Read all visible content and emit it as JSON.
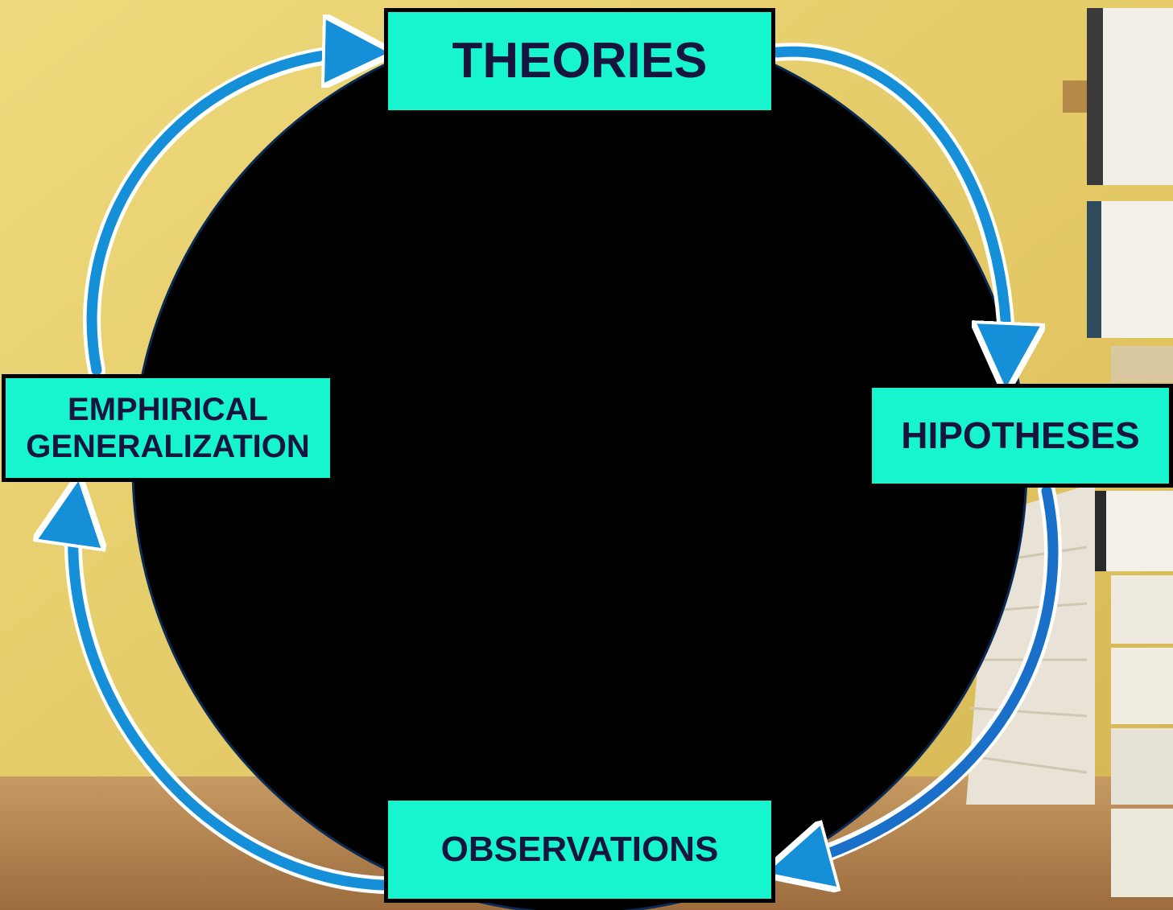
{
  "colors": {
    "wall": "#e6cf6e",
    "wall_dark": "#c9a745",
    "desk": "#b48552",
    "circle": "#000000",
    "box_fill": "#17f5cf",
    "box_text": "#151540",
    "arrow_blue": "#1590d8",
    "arrow_outline": "#ffffff"
  },
  "diagram": {
    "nodes": {
      "theories": "THEORIES",
      "hipotheses": "HIPOTHESES",
      "observations": "OBSERVATIONS",
      "emphirical": "EMPHIRICAL\nGENERALIZATION"
    },
    "edges": [
      {
        "from": "theories",
        "to": "hipotheses"
      },
      {
        "from": "hipotheses",
        "to": "observations"
      },
      {
        "from": "observations",
        "to": "emphirical"
      },
      {
        "from": "emphirical",
        "to": "theories"
      }
    ]
  }
}
